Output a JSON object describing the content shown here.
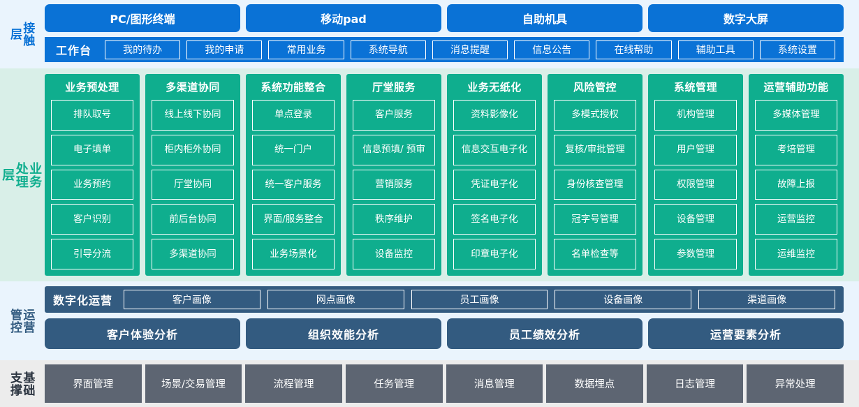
{
  "layers": {
    "contact": {
      "label": "接触\n层",
      "accent": "#0a72d6",
      "background": "#eaf4fd",
      "channels": [
        "PC/图形终端",
        "移动pad",
        "自助机具",
        "数字大屏"
      ],
      "workbench_label": "工作台",
      "nav_items": [
        "我的待办",
        "我的申请",
        "常用业务",
        "系统导航",
        "消息提醒",
        "信息公告",
        "在线帮助",
        "辅助工具",
        "系统设置"
      ]
    },
    "business": {
      "label": "业务\n处理\n层",
      "accent": "#0fae8e",
      "background": "#d9efe8",
      "columns": [
        {
          "title": "业务预处理",
          "items": [
            "排队取号",
            "电子填单",
            "业务预约",
            "客户识别",
            "引导分流"
          ]
        },
        {
          "title": "多渠道协同",
          "items": [
            "线上线下协同",
            "柜内柜外协同",
            "厅堂协同",
            "前后台协同",
            "多渠道协同"
          ]
        },
        {
          "title": "系统功能整合",
          "items": [
            "单点登录",
            "统一门户",
            "统一客户服务",
            "界面/服务整合",
            "业务场景化"
          ]
        },
        {
          "title": "厅堂服务",
          "items": [
            "客户服务",
            "信息预填/\n预审",
            "营销服务",
            "秩序维护",
            "设备监控"
          ]
        },
        {
          "title": "业务无纸化",
          "items": [
            "资料影像化",
            "信息交互电子化",
            "凭证电子化",
            "签名电子化",
            "印章电子化"
          ]
        },
        {
          "title": "风险管控",
          "items": [
            "多模式授权",
            "复核/审批管理",
            "身份核查管理",
            "冠字号管理",
            "名单检查等"
          ]
        },
        {
          "title": "系统管理",
          "items": [
            "机构管理",
            "用户管理",
            "权限管理",
            "设备管理",
            "参数管理"
          ]
        },
        {
          "title": "运营辅助功能",
          "items": [
            "多媒体管理",
            "考培管理",
            "故障上报",
            "运营监控",
            "运维监控"
          ]
        }
      ]
    },
    "operations": {
      "label": "运营\n管控",
      "accent": "#335b80",
      "background": "#eaf4fd",
      "digital_title": "数字化运营",
      "portraits": [
        "客户画像",
        "网点画像",
        "员工画像",
        "设备画像",
        "渠道画像"
      ],
      "analyses": [
        "客户体验分析",
        "组织效能分析",
        "员工绩效分析",
        "运营要素分析"
      ]
    },
    "foundation": {
      "label": "基础\n支撑",
      "accent": "#5d6572",
      "background": "#ececec",
      "items": [
        "界面管理",
        "场景/交易管理",
        "流程管理",
        "任务管理",
        "消息管理",
        "数据埋点",
        "日志管理",
        "异常处理"
      ]
    }
  }
}
